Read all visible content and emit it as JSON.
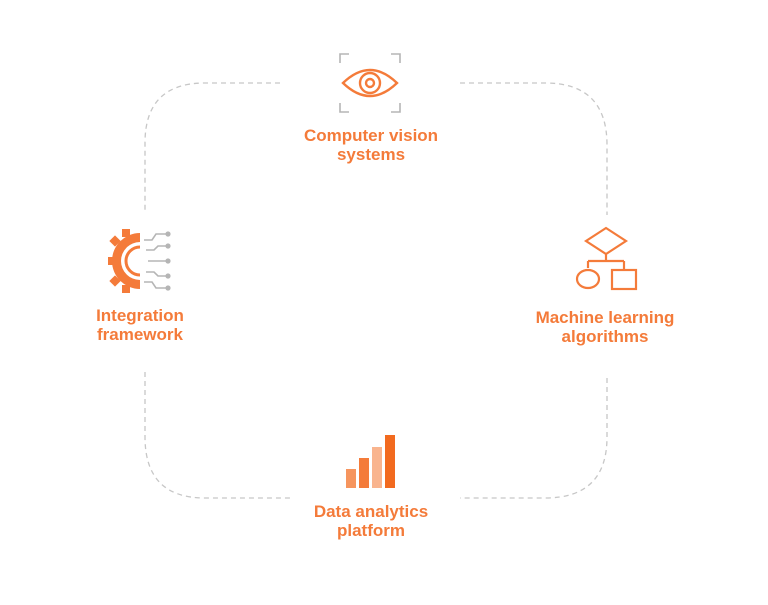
{
  "colors": {
    "accent": "#f47b3a",
    "accent_dark": "#f26a1f",
    "accent_light": "#f9b48e",
    "accent_mid": "#f6955e",
    "gray": "#b5b5b5",
    "dashed_line": "#c7c7c7"
  },
  "nodes": {
    "computer_vision": {
      "icon": "eye-icon",
      "line1": "Computer vision",
      "line2": "systems"
    },
    "machine_learning": {
      "icon": "flowchart-icon",
      "line1": "Machine learning",
      "line2": "algorithms"
    },
    "data_analytics": {
      "icon": "bar-chart-icon",
      "line1": "Data analytics",
      "line2": "platform"
    },
    "integration": {
      "icon": "gear-circuit-icon",
      "line1": "Integration",
      "line2": "framework"
    }
  }
}
